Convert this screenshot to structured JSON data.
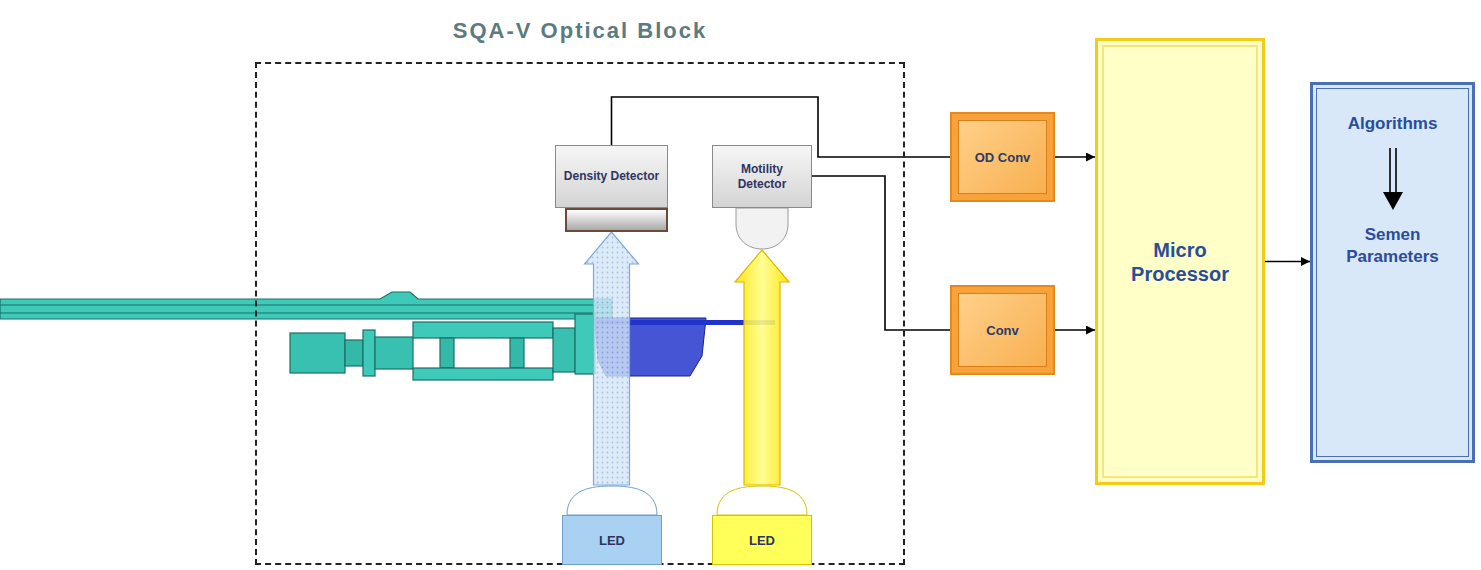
{
  "diagram": {
    "nodes": [
      {
        "text": [
          "SQA-V Optical Block"
        ]
      },
      {
        "text": [
          "Density Detector"
        ],
        "in": 0
      },
      {
        "text": [
          "Motility Detector"
        ],
        "in": 0
      },
      {
        "text": [
          "LED"
        ],
        "in": 0
      },
      {
        "text": [
          "LED"
        ],
        "in": 0
      },
      {
        "text": [
          "OD Conv"
        ]
      },
      {
        "text": [
          "Conv"
        ]
      },
      {
        "text": [
          "Micro Processor"
        ]
      },
      {
        "text": [
          "Algorithms",
          "Semen Parameters"
        ]
      }
    ],
    "edges": [
      {
        "from": 1,
        "to": 5,
        "arrow": "none"
      },
      {
        "from": 2,
        "to": 6,
        "arrow": "none"
      },
      {
        "from": 5,
        "to": 7,
        "arrow": "to"
      },
      {
        "from": 6,
        "to": 7,
        "arrow": "to"
      },
      {
        "from": 7,
        "to": 8,
        "arrow": "to"
      },
      {
        "from": 3,
        "to": 1,
        "arrow": "to"
      },
      {
        "from": 4,
        "to": 2,
        "arrow": "to"
      }
    ]
  }
}
